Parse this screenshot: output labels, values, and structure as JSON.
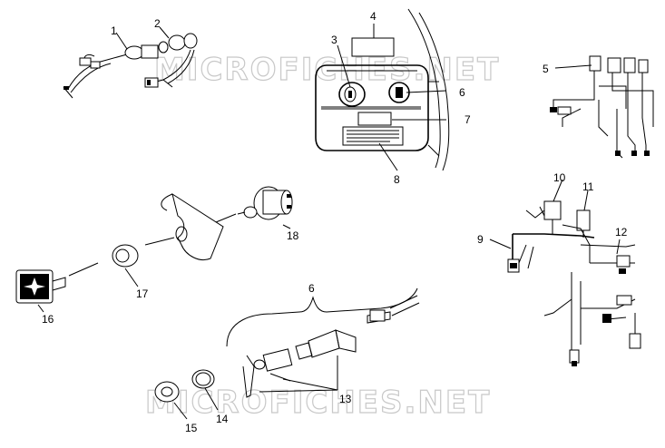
{
  "watermark": "MICROFICHES.NET",
  "callouts": [
    "1",
    "2",
    "3",
    "4",
    "5",
    "6",
    "7",
    "8",
    "9",
    "10",
    "11",
    "12",
    "13",
    "14",
    "15",
    "16",
    "17",
    "18"
  ]
}
